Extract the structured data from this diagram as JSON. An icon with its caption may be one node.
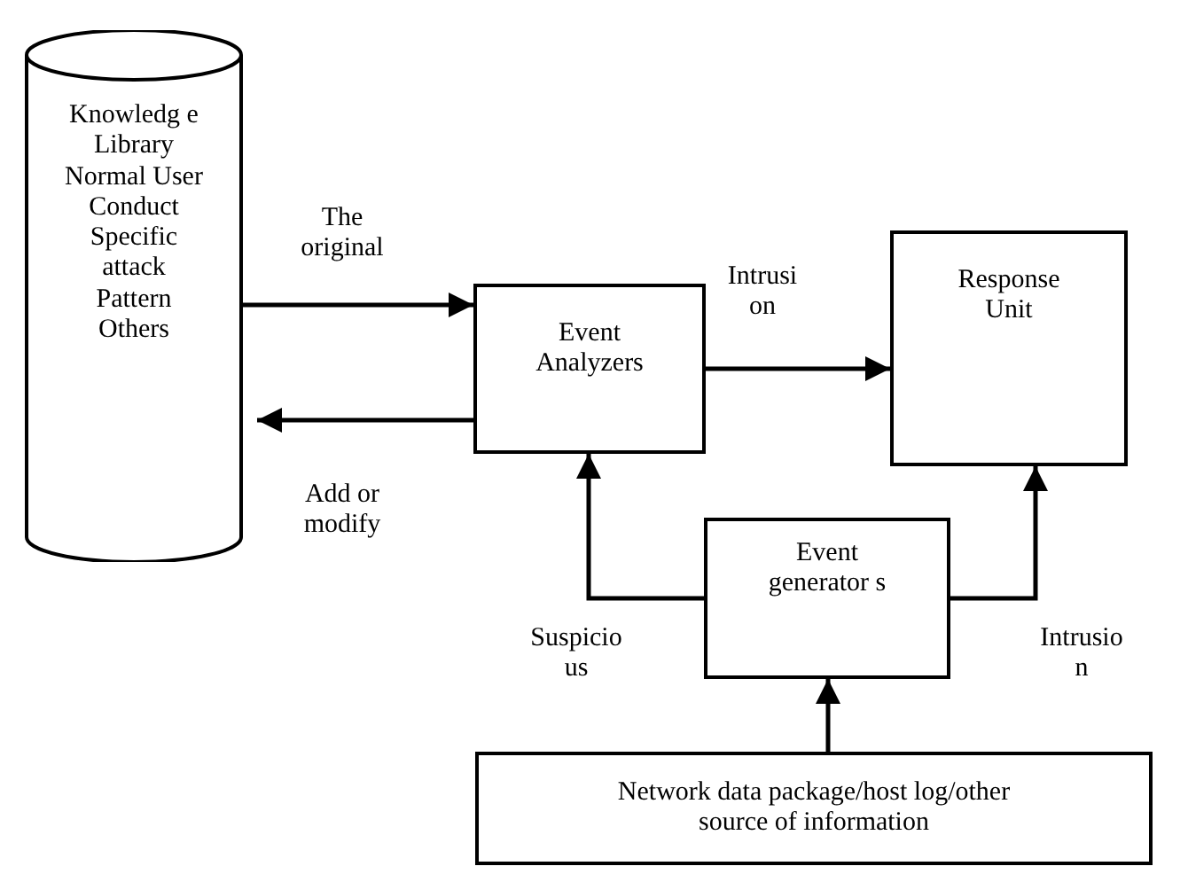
{
  "diagram": {
    "nodes": [
      {
        "text": [
          "Knowledg e Library Normal User Conduct Specific attack Pattern Others"
        ]
      },
      {
        "text": [
          "Event Analyzers"
        ]
      },
      {
        "text": [
          "Response Unit"
        ]
      },
      {
        "text": [
          "Event generator s"
        ]
      },
      {
        "text": [
          "Network data package/host log/other source of information"
        ]
      }
    ],
    "edges": [
      {
        "from": 0,
        "to": 1,
        "arrow": "to",
        "label": "The original"
      },
      {
        "from": 1,
        "to": 0,
        "arrow": "to",
        "label": "Add or modify"
      },
      {
        "from": 1,
        "to": 2,
        "arrow": "to",
        "label": "Intrusi on"
      },
      {
        "from": 3,
        "to": 1,
        "arrow": "to",
        "label": "Suspicio us"
      },
      {
        "from": 3,
        "to": 2,
        "arrow": "to",
        "label": "Intrusio n"
      },
      {
        "from": 4,
        "to": 3,
        "arrow": "to"
      }
    ]
  }
}
